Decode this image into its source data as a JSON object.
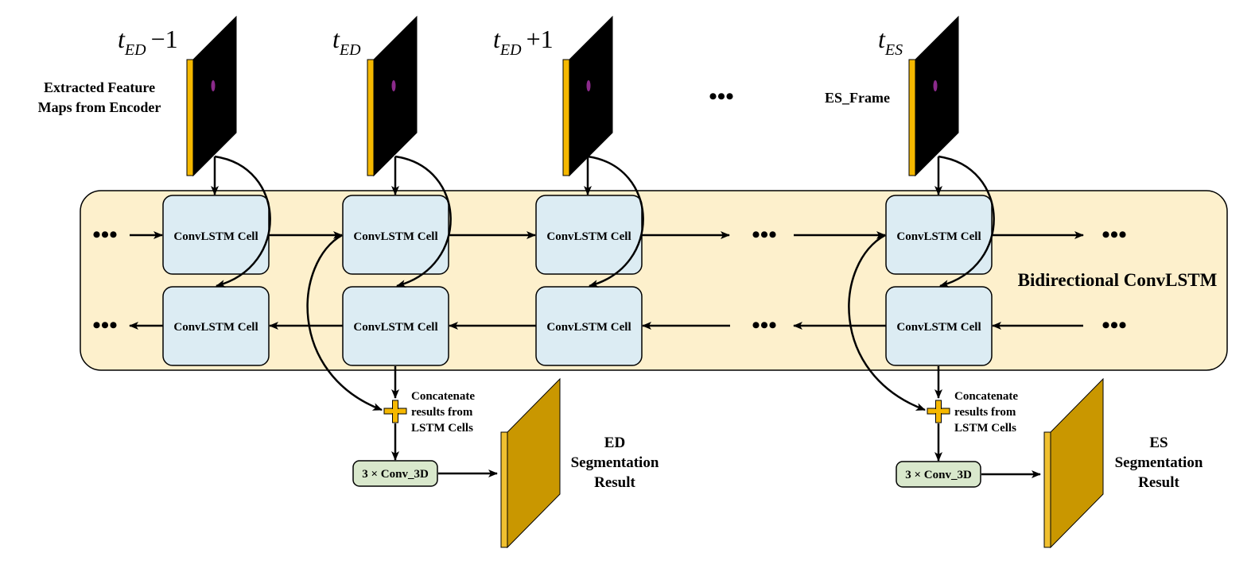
{
  "colors": {
    "panel_fill": "#fdf0cc",
    "cell_fill": "#dcecf3",
    "conv_fill": "#d9e8cc",
    "feature_front": "#000000",
    "feature_side": "#f5b800",
    "feature_dot": "#8b2a8b",
    "seg_front": "#c99700",
    "seg_side": "#f0c030",
    "plus": "#f5b800"
  },
  "icons": {
    "feature_map": "feature-map-icon",
    "segmentation": "segmentation-map-icon",
    "concat": "plus-icon"
  },
  "frames": [
    {
      "t": "t",
      "sub": "ED",
      "suffix": "−1"
    },
    {
      "t": "t",
      "sub": "ED",
      "suffix": ""
    },
    {
      "t": "t",
      "sub": "ED",
      "suffix": "+1"
    },
    {
      "t": "t",
      "sub": "ES",
      "suffix": ""
    }
  ],
  "labels": {
    "extracted_line1": "Extracted Feature",
    "extracted_line2": "Maps from Encoder",
    "es_frame": "ES_Frame",
    "bidirectional": "Bidirectional ConvLSTM",
    "cell": "ConvLSTM Cell",
    "ellipsis": "•••",
    "concat_line1": "Concatenate",
    "concat_line2": "results from",
    "concat_line3": "LSTM Cells",
    "conv": "3 × Conv_3D",
    "ed_result_line1": "ED",
    "ed_result_line2": "Segmentation",
    "ed_result_line3": "Result",
    "es_result_line1": "ES",
    "es_result_line2": "Segmentation",
    "es_result_line3": "Result"
  }
}
